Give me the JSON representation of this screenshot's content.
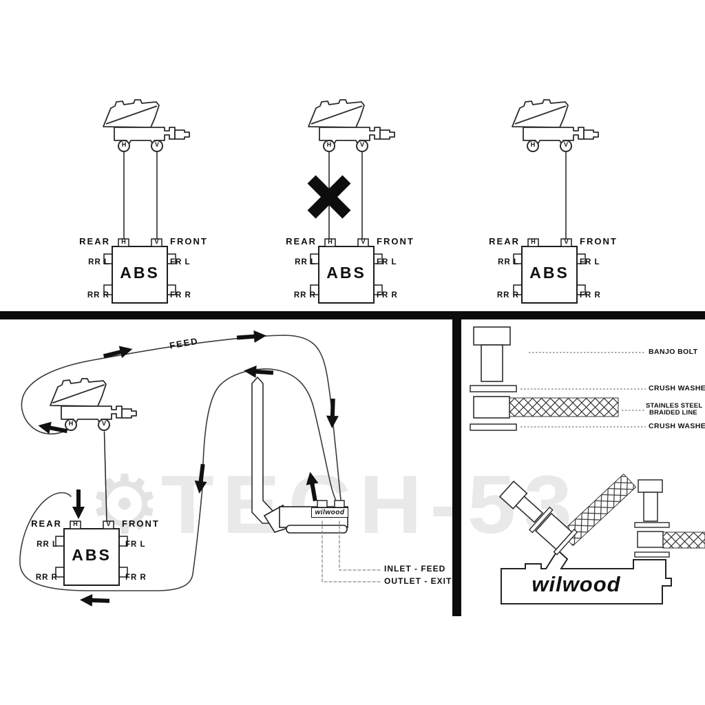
{
  "watermark": {
    "text": "TECH-53"
  },
  "icons": {
    "gear": "⚙"
  },
  "colors": {
    "line": "#2b2b2b",
    "divider": "#0c0c0c",
    "watermark": "#e9e9e9",
    "arrow": "#111111"
  },
  "units": [
    {
      "rear": "REAR",
      "front": "FRONT",
      "port_h": "H",
      "port_v": "V",
      "rr_l": "RR L",
      "fr_l": "FR L",
      "rr_r": "RR R",
      "fr_r": "FR R",
      "abs": "ABS",
      "mc_h": "H",
      "mc_v": "V"
    },
    {
      "rear": "REAR",
      "front": "FRONT",
      "port_h": "H",
      "port_v": "V",
      "rr_l": "RR L",
      "fr_l": "FR L",
      "rr_r": "RR R",
      "fr_r": "FR R",
      "abs": "ABS",
      "mc_h": "H",
      "mc_v": "V"
    },
    {
      "rear": "REAR",
      "front": "FRONT",
      "port_h": "H",
      "port_v": "V",
      "rr_l": "RR L",
      "fr_l": "FR L",
      "rr_r": "RR R",
      "fr_r": "FR R",
      "abs": "ABS",
      "mc_h": "H",
      "mc_v": "V"
    },
    {
      "rear": "REAR",
      "front": "FRONT",
      "port_h": "H",
      "port_v": "V",
      "rr_l": "RR L",
      "fr_l": "FR L",
      "rr_r": "RR R",
      "fr_r": "FR R",
      "abs": "ABS",
      "mc_h": "H",
      "mc_v": "V"
    }
  ],
  "flow": {
    "feed": "FEED",
    "inlet": "INLET - FEED",
    "outlet": "OUTLET - EXIT",
    "caliper_brand": "wilwood"
  },
  "parts": {
    "banjo_bolt": "BANJO BOLT",
    "crush_washer_1": "CRUSH WASHER",
    "braided_line_1": "STAINLES STEEL",
    "braided_line_2": "BRAIDED LINE",
    "crush_washer_2": "CRUSH WASHER",
    "assembly_brand": "wilwood"
  }
}
